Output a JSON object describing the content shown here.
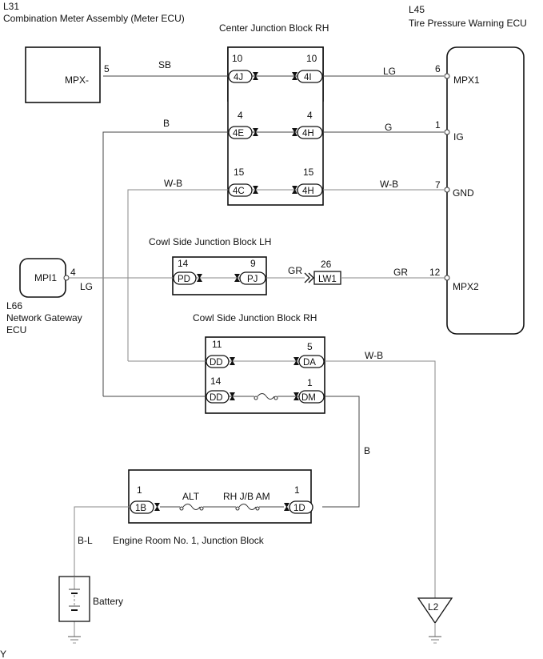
{
  "components": {
    "meter": {
      "id": "L31",
      "name": "Combination Meter Assembly (Meter ECU)",
      "terminal": "MPX-",
      "pin": "5"
    },
    "tpms": {
      "id": "L45",
      "name": "Tire Pressure Warning ECU",
      "terminals": [
        {
          "name": "MPX1",
          "pin": "6"
        },
        {
          "name": "IG",
          "pin": "1"
        },
        {
          "name": "GND",
          "pin": "7"
        },
        {
          "name": "MPX2",
          "pin": "12"
        }
      ]
    },
    "gateway": {
      "id": "L66",
      "name_line1": "Network Gateway",
      "name_line2": "ECU",
      "terminal": "MPI1",
      "pin": "4"
    },
    "battery": {
      "label": "Battery"
    },
    "ground_point": {
      "label": "L2"
    },
    "footer_mark": "Y"
  },
  "junction_blocks": {
    "center_rh": {
      "title": "Center Junction Block RH",
      "rows": [
        {
          "left_pin": "10",
          "left_conn": "4J",
          "right_pin": "10",
          "right_conn": "4I"
        },
        {
          "left_pin": "4",
          "left_conn": "4E",
          "right_pin": "4",
          "right_conn": "4H"
        },
        {
          "left_pin": "15",
          "left_conn": "4C",
          "right_pin": "15",
          "right_conn": "4H"
        }
      ]
    },
    "cowl_lh": {
      "title": "Cowl Side Junction Block LH",
      "rows": [
        {
          "left_pin": "14",
          "left_conn": "PD",
          "right_pin": "9",
          "right_conn": "PJ"
        }
      ]
    },
    "cowl_rh": {
      "title": "Cowl Side Junction Block RH",
      "rows": [
        {
          "left_pin": "11",
          "left_conn": "DD",
          "right_pin": "5",
          "right_conn": "DA"
        },
        {
          "left_pin": "14",
          "left_conn": "DD",
          "right_pin": "1",
          "right_conn": "DM"
        }
      ]
    },
    "engine_room": {
      "title": "Engine Room No. 1, Junction Block",
      "left_pin": "1",
      "left_conn": "1B",
      "right_pin": "1",
      "right_conn": "1D",
      "fuses": [
        "ALT",
        "RH J/B AM"
      ]
    }
  },
  "inline_connector": {
    "pin": "26",
    "name": "LW1"
  },
  "wire_colors": {
    "mpx_minus": "SB",
    "mpx1": "LG",
    "ig_left": "B",
    "ig_right": "G",
    "gnd_left": "W-B",
    "gnd_right": "W-B",
    "gateway": "LG",
    "mpx2_a": "GR",
    "mpx2_b": "GR",
    "ground_l2": "W-B",
    "dm_to_1d": "B",
    "battery": "B-L"
  }
}
